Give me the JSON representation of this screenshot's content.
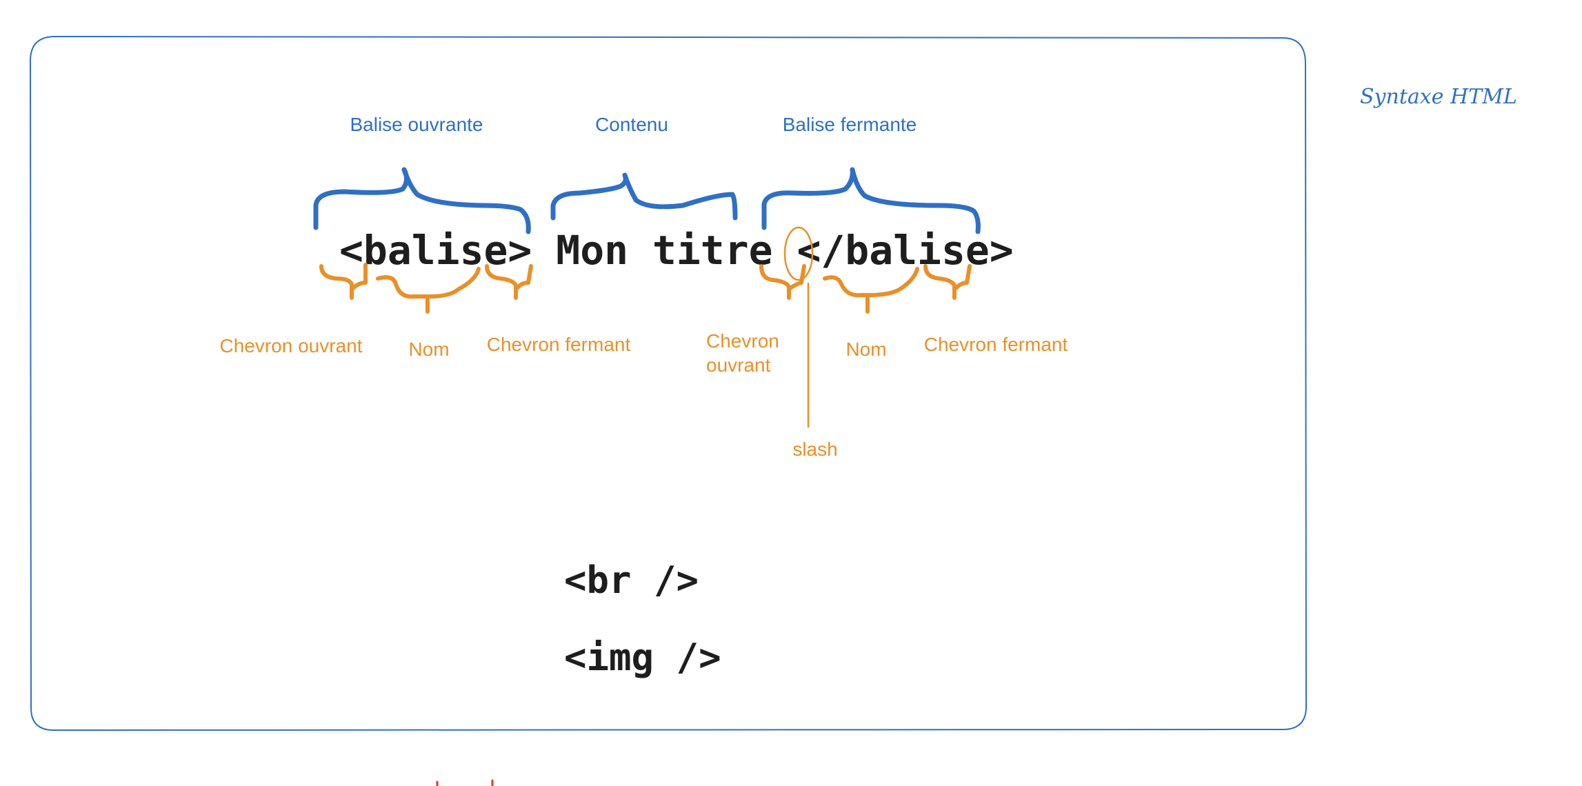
{
  "side_title": "Syntaxe HTML",
  "code": {
    "main_line": "<balise> Mon titre </balise>",
    "example_1": "<br />",
    "example_2": "<img />"
  },
  "top_labels": {
    "opening_tag": "Balise ouvrante",
    "content": "Contenu",
    "closing_tag": "Balise fermante"
  },
  "bottom_labels": {
    "open_chevron_1": "Chevron ouvrant",
    "name_1": "Nom",
    "close_chevron_1": "Chevron fermant",
    "open_chevron_2_line1": "Chevron",
    "open_chevron_2_line2": "ouvrant",
    "name_2": "Nom",
    "close_chevron_2": "Chevron fermant",
    "slash": "slash"
  },
  "colors": {
    "blue": "#2f6fc4",
    "orange": "#e8902a",
    "red": "#e03b2f",
    "text": "#1e1e1e"
  }
}
